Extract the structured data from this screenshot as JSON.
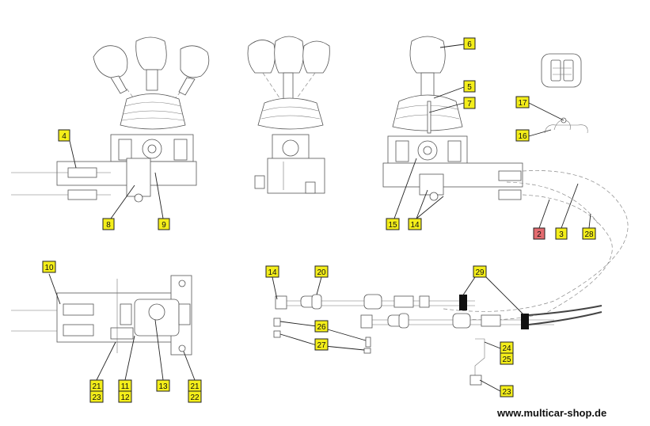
{
  "watermark": "www.multicar-shop.de",
  "colors": {
    "callout_fill": "#f4ee1a",
    "callout_highlight": "#e36b6f",
    "line": "#222222"
  },
  "callouts": {
    "c6": "6",
    "c5": "5",
    "c7": "7",
    "c4": "4",
    "c8": "8",
    "c9": "9",
    "c15": "15",
    "c14a": "14",
    "c2": "2",
    "c3": "3",
    "c28": "28",
    "c17": "17",
    "c16": "16",
    "c10": "10",
    "c21a": "21",
    "c23a": "23",
    "c11": "11",
    "c12": "12",
    "c13": "13",
    "c21b": "21",
    "c22": "22",
    "c14b": "14",
    "c20": "20",
    "c29": "29",
    "c26": "26",
    "c27": "27",
    "c24": "24",
    "c25": "25",
    "c23b": "23"
  }
}
